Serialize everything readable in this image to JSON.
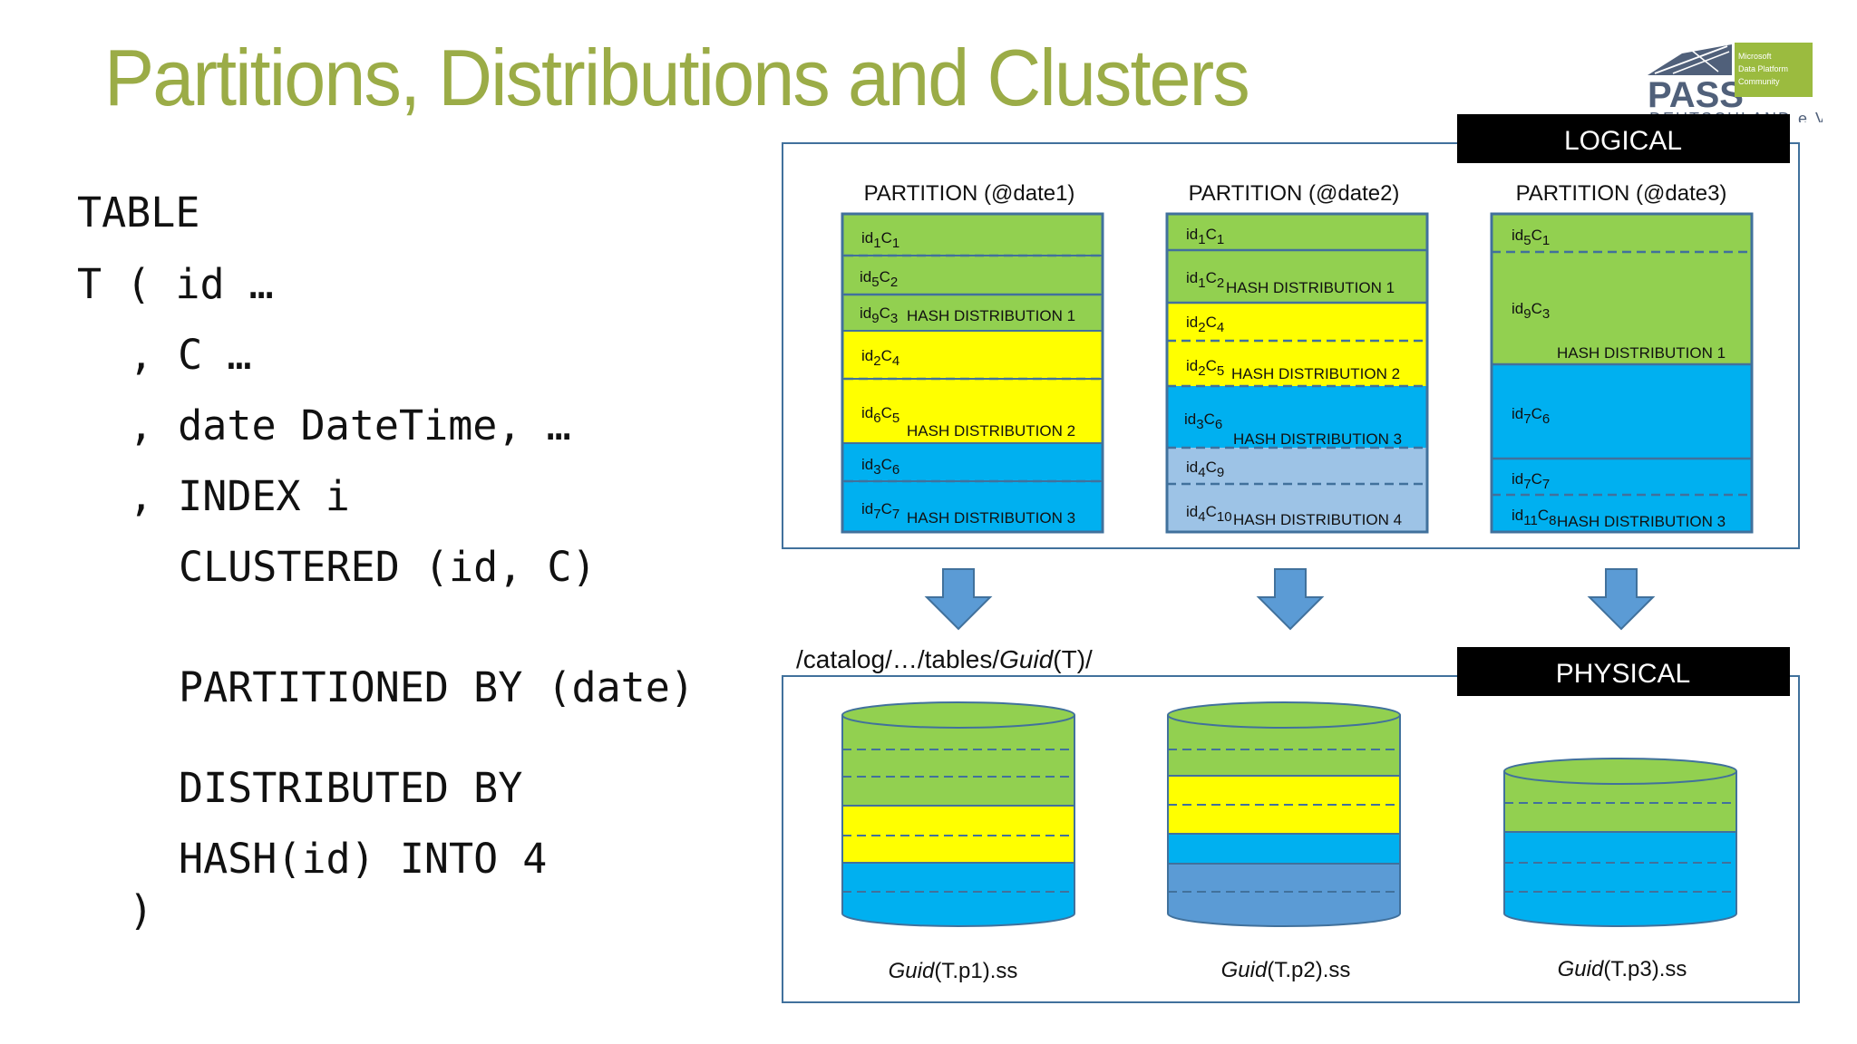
{
  "title": "Partitions, Distributions and Clusters",
  "code": {
    "line1": "TABLE",
    "line2": "T ( id …",
    "line3": ", C …",
    "line4": ", date DateTime, …",
    "line5": ", INDEX i",
    "line6": "CLUSTERED (id, C)",
    "line7": "PARTITIONED BY (date)",
    "line8": "DISTRIBUTED BY",
    "line9": "HASH(id) INTO 4",
    "line10": ")"
  },
  "logo": {
    "text": "PASS",
    "subtext": "DEUTSCHLAND e.V.",
    "box_text": "Microsoft\nData Platform\nCommunity"
  },
  "logical_label": "LOGICAL",
  "physical_label": "PHYSICAL",
  "path": {
    "prefix": "/catalog/…/tables/",
    "guid": "Guid",
    "suffix": "(T)/"
  },
  "colors": {
    "green": "#92d050",
    "yellow": "#ffff00",
    "cyan": "#00b0f0",
    "light_blue": "#9dc3e6",
    "dark_blue": "#5b9bd5",
    "border": "#41719c",
    "title_green": "#9bac47",
    "badge": "#000000"
  },
  "partitions": [
    {
      "title": "PARTITION (@date1)",
      "rows": [
        {
          "id": "id",
          "id_sub": "1",
          "c": "C",
          "c_sub": "1",
          "color": "green"
        },
        {
          "id": "id",
          "id_sub": "5",
          "c": "C",
          "c_sub": "2",
          "color": "green"
        },
        {
          "id": "id",
          "id_sub": "9",
          "c": "C",
          "c_sub": "3",
          "color": "green"
        },
        {
          "id": "id",
          "id_sub": "2",
          "c": "C",
          "c_sub": "4",
          "color": "yellow"
        },
        {
          "id": "id",
          "id_sub": "6",
          "c": "C",
          "c_sub": "5",
          "color": "yellow"
        },
        {
          "id": "id",
          "id_sub": "3",
          "c": "C",
          "c_sub": "6",
          "color": "cyan"
        },
        {
          "id": "id",
          "id_sub": "7",
          "c": "C",
          "c_sub": "7",
          "color": "cyan"
        }
      ],
      "distributions": [
        "HASH DISTRIBUTION 1",
        "HASH DISTRIBUTION 2",
        "HASH DISTRIBUTION 3"
      ],
      "file": {
        "guid": "Guid",
        "suffix": "(T.p1).ss"
      }
    },
    {
      "title": "PARTITION (@date2)",
      "rows": [
        {
          "id": "id",
          "id_sub": "1",
          "c": "C",
          "c_sub": "1",
          "color": "green"
        },
        {
          "id": "id",
          "id_sub": "1",
          "c": "C",
          "c_sub": "2",
          "color": "green"
        },
        {
          "id": "id",
          "id_sub": "2",
          "c": "C",
          "c_sub": "4",
          "color": "yellow"
        },
        {
          "id": "id",
          "id_sub": "2",
          "c": "C",
          "c_sub": "5",
          "color": "yellow"
        },
        {
          "id": "id",
          "id_sub": "3",
          "c": "C",
          "c_sub": "6",
          "color": "cyan"
        },
        {
          "id": "id",
          "id_sub": "4",
          "c": "C",
          "c_sub": "9",
          "color": "light_blue"
        },
        {
          "id": "id",
          "id_sub": "4",
          "c": "C",
          "c_sub": "10",
          "color": "light_blue"
        }
      ],
      "distributions": [
        "HASH DISTRIBUTION 1",
        "HASH DISTRIBUTION 2",
        "HASH DISTRIBUTION 3",
        "HASH DISTRIBUTION 4"
      ],
      "file": {
        "guid": "Guid",
        "suffix": "(T.p2).ss"
      }
    },
    {
      "title": "PARTITION (@date3)",
      "rows": [
        {
          "id": "id",
          "id_sub": "5",
          "c": "C",
          "c_sub": "1",
          "color": "green"
        },
        {
          "id": "id",
          "id_sub": "9",
          "c": "C",
          "c_sub": "3",
          "color": "green"
        },
        {
          "id": "id",
          "id_sub": "7",
          "c": "C",
          "c_sub": "6",
          "color": "cyan"
        },
        {
          "id": "id",
          "id_sub": "7",
          "c": "C",
          "c_sub": "7",
          "color": "cyan"
        },
        {
          "id": "id",
          "id_sub": "11",
          "c": "C",
          "c_sub": "8",
          "color": "cyan"
        }
      ],
      "distributions": [
        "HASH DISTRIBUTION 1",
        "HASH DISTRIBUTION 3"
      ],
      "file": {
        "guid": "Guid",
        "suffix": "(T.p3).ss"
      }
    }
  ]
}
